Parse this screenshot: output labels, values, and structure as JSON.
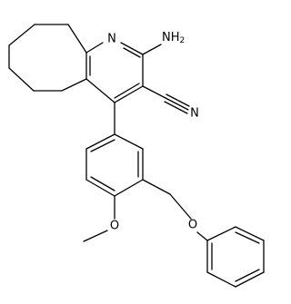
{
  "molecule": {
    "atom_labels": {
      "amino": "NH",
      "amino_sub": "2",
      "pyridine_n": "N",
      "nitrile_n": "N",
      "methoxy_o": "O",
      "ether_o": "O"
    },
    "colors": {
      "bond": "#000000",
      "text": "#000000",
      "background": "#ffffff"
    }
  }
}
